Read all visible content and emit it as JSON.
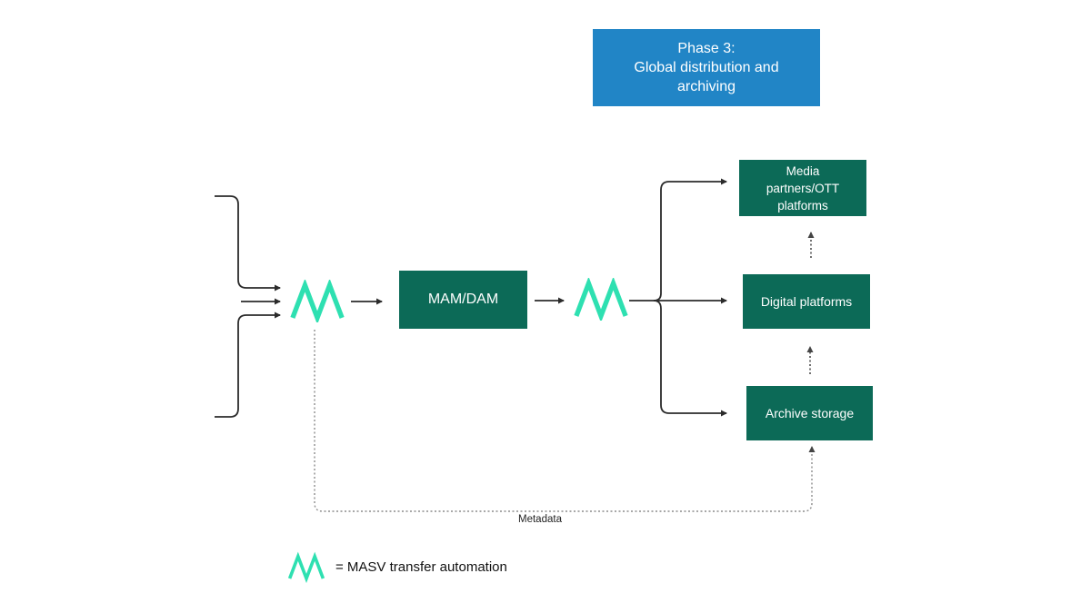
{
  "diagram": {
    "phase_banner": {
      "lines": [
        "Phase 3:",
        "Global distribution and",
        "archiving"
      ]
    },
    "nodes": {
      "mam_dam": {
        "label": "MAM/DAM"
      },
      "media_partners": {
        "lines": [
          "Media",
          "partners/OTT",
          "platforms"
        ]
      },
      "digital_platforms": {
        "label": "Digital platforms"
      },
      "archive_storage": {
        "label": "Archive storage"
      }
    },
    "labels": {
      "metadata": "Metadata",
      "legend": "= MASV transfer automation"
    },
    "icons": {
      "masv": "masv-m-zigzag-icon"
    },
    "colors": {
      "phase_blue": "#2185C6",
      "node_green": "#0C6A57",
      "masv_mint": "#2EE0B1",
      "line_dark": "#2B2B2B",
      "dotted_dark": "#444444",
      "dotted_gray": "#8C8C8C",
      "text_white": "#FFFFFF",
      "text_black": "#222222"
    }
  }
}
